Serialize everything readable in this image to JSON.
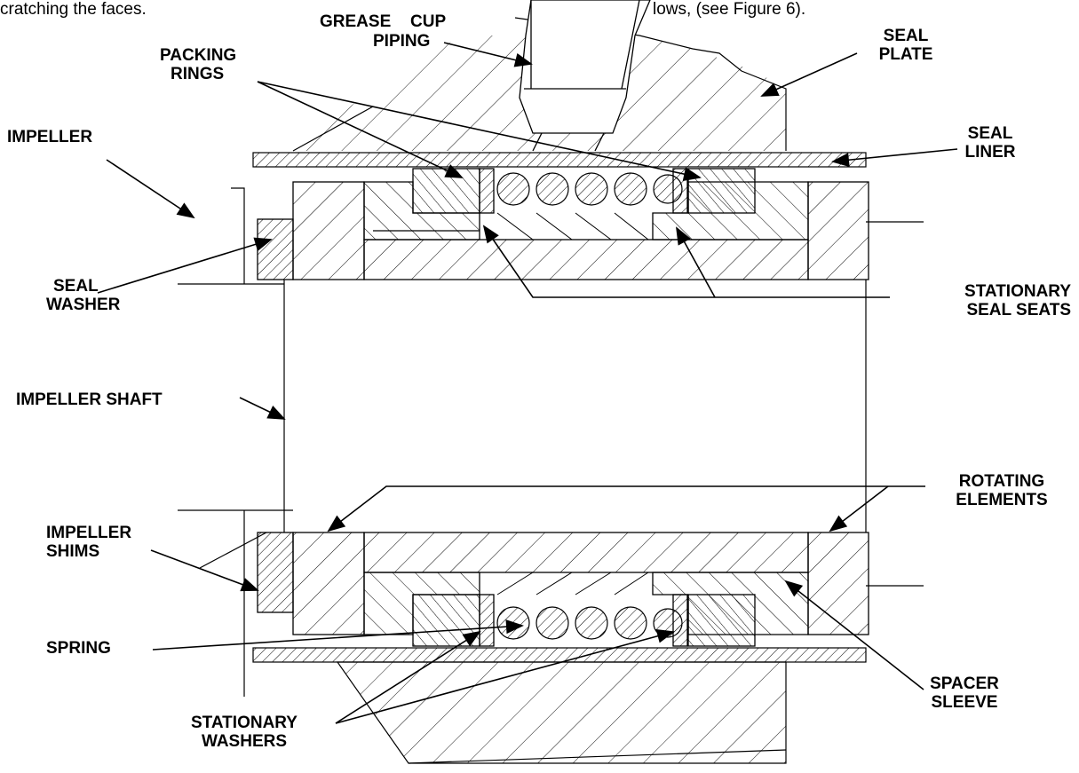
{
  "top_text_left": "cratching the faces.",
  "top_text_right": "lows, (see Figure 6).",
  "labels": {
    "grease": "GREASE",
    "cup": "CUP",
    "piping": "PIPING",
    "seal_plate": [
      "SEAL",
      "PLATE"
    ],
    "packing_rings": [
      "PACKING",
      "RINGS"
    ],
    "impeller": "IMPELLER",
    "seal_liner": [
      "SEAL",
      "LINER"
    ],
    "seal_washer": [
      "SEAL",
      "WASHER"
    ],
    "stationary_seal_seats": [
      "STATIONARY",
      "SEAL SEATS"
    ],
    "impeller_shaft": "IMPELLER SHAFT",
    "rotating_elements": [
      "ROTATING",
      "ELEMENTS"
    ],
    "impeller_shims": [
      "IMPELLER",
      "SHIMS"
    ],
    "spring": "SPRING",
    "spacer_sleeve": [
      "SPACER",
      "SLEEVE"
    ],
    "stationary_washers": [
      "STATIONARY",
      "WASHERS"
    ]
  }
}
